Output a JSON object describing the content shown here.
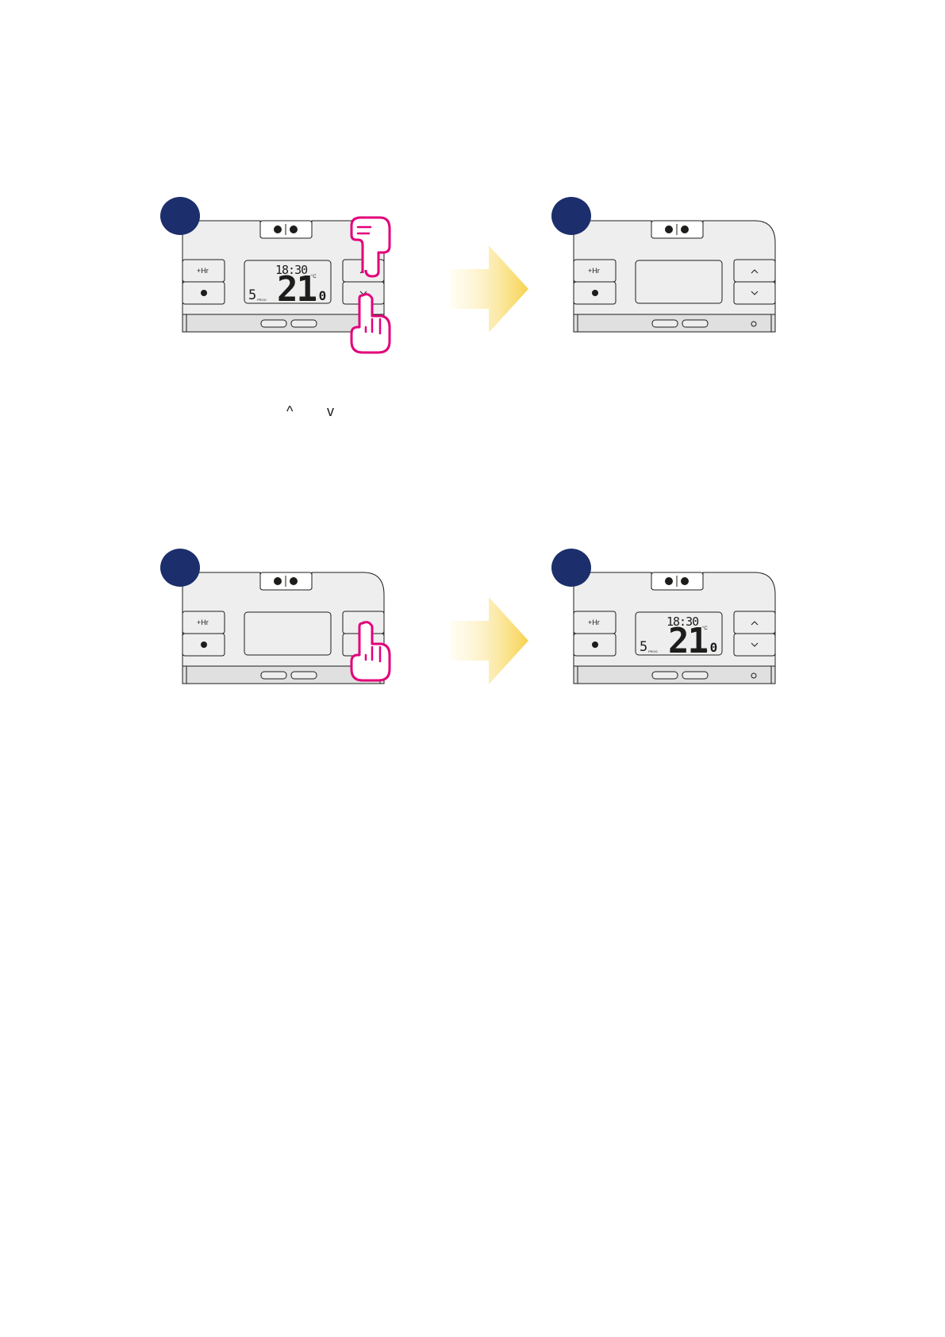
{
  "thermostat": {
    "plus_hour_label": "+Hr",
    "time": "18:30",
    "temperature": "21",
    "temperature_decimal": ".0",
    "unit": "°C",
    "program_number": "5",
    "program_label": "PROG"
  },
  "hint": {
    "up_symbol": "^",
    "down_symbol": "v"
  },
  "colors": {
    "badge": "#1c2e6b",
    "hand": "#e2007a",
    "arrow": "#f7d24f",
    "device": "#eeeeee"
  }
}
